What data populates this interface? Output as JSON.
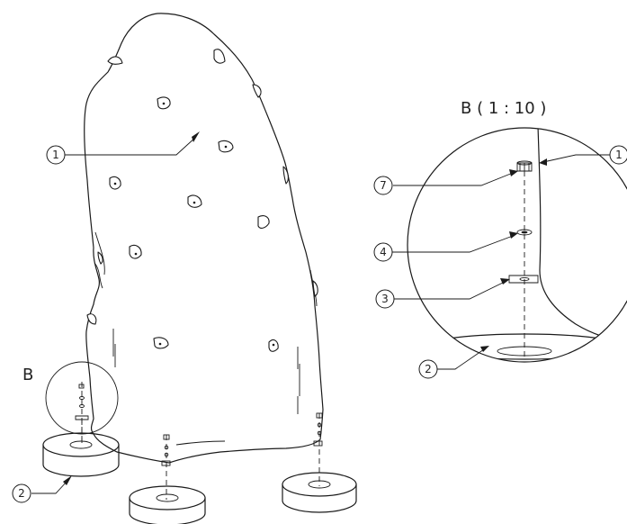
{
  "detail": {
    "letter": "B",
    "title": "B ( 1 : 10 )"
  },
  "callouts": {
    "rock": "1",
    "base_left": "2",
    "detail_rock": "1",
    "detail_bolt": "7",
    "detail_washer": "4",
    "detail_bracket": "3",
    "detail_base": "2"
  }
}
